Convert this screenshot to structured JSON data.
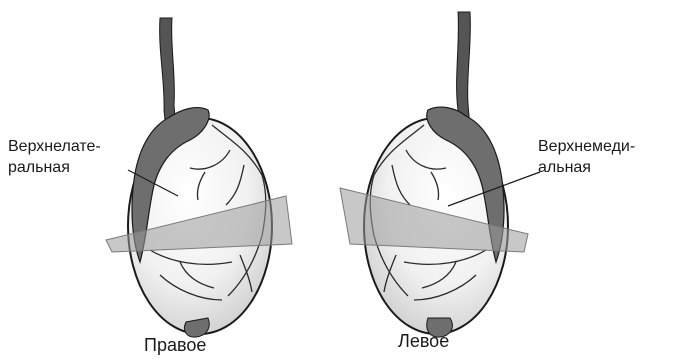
{
  "figure": {
    "right_testis": {
      "caption": "Правое",
      "label_line1": "Верхнелате-",
      "label_line2": "ральная"
    },
    "left_testis": {
      "caption": "Левое",
      "label_line1": "Верхнемеди-",
      "label_line2": "альная"
    },
    "colors": {
      "cord": "#555555",
      "epididymis": "#6e6e6e",
      "plane": "#9a9a9a",
      "outline": "#1a1a1a",
      "vessels": "#2a2a2a"
    }
  }
}
